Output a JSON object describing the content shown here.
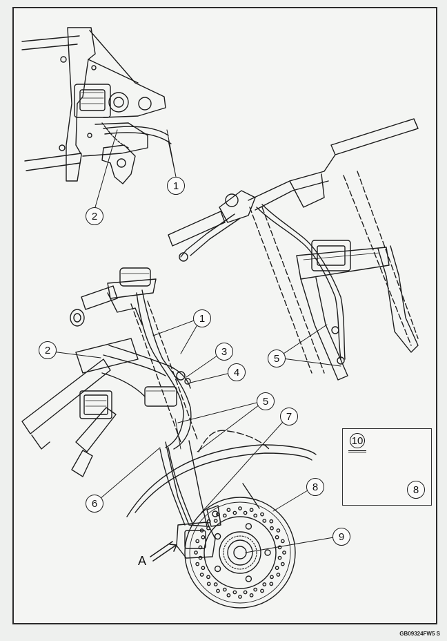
{
  "callouts": [
    {
      "id": "c1a",
      "label": "1"
    },
    {
      "id": "c2a",
      "label": "2"
    },
    {
      "id": "c1b",
      "label": "1"
    },
    {
      "id": "c2b",
      "label": "2"
    },
    {
      "id": "c3",
      "label": "3"
    },
    {
      "id": "c4",
      "label": "4"
    },
    {
      "id": "c5a",
      "label": "5"
    },
    {
      "id": "c5b",
      "label": "5"
    },
    {
      "id": "c6",
      "label": "6"
    },
    {
      "id": "c7",
      "label": "7"
    },
    {
      "id": "c8a",
      "label": "8"
    },
    {
      "id": "c9",
      "label": "9"
    },
    {
      "id": "c8b",
      "label": "8"
    }
  ],
  "view_label": "A",
  "inset_label": "10",
  "drawing_code": "GB09324FW5  S"
}
